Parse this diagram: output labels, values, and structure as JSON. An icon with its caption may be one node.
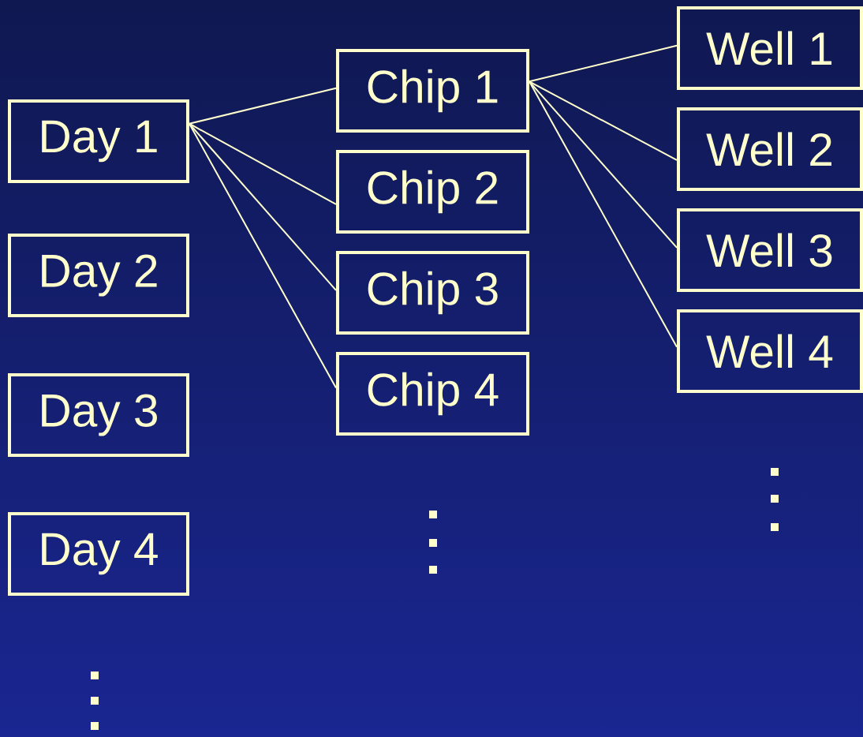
{
  "diagram": {
    "nodes": [
      {
        "text": [
          "Day 1"
        ]
      },
      {
        "text": [
          "Day 2"
        ]
      },
      {
        "text": [
          "Day 3"
        ]
      },
      {
        "text": [
          "Day 4"
        ]
      },
      {
        "text": [
          "Chip 1"
        ]
      },
      {
        "text": [
          "Chip 2"
        ]
      },
      {
        "text": [
          "Chip 3"
        ]
      },
      {
        "text": [
          "Chip 4"
        ]
      },
      {
        "text": [
          "Well 1"
        ]
      },
      {
        "text": [
          "Well 2"
        ]
      },
      {
        "text": [
          "Well 3"
        ]
      },
      {
        "text": [
          "Well 4"
        ]
      }
    ],
    "edges": [
      {
        "from": 0,
        "to": 4,
        "arrow": "none"
      },
      {
        "from": 0,
        "to": 5,
        "arrow": "none"
      },
      {
        "from": 0,
        "to": 6,
        "arrow": "none"
      },
      {
        "from": 0,
        "to": 7,
        "arrow": "none"
      },
      {
        "from": 4,
        "to": 8,
        "arrow": "none"
      },
      {
        "from": 4,
        "to": 9,
        "arrow": "none"
      },
      {
        "from": 4,
        "to": 10,
        "arrow": "none"
      },
      {
        "from": 4,
        "to": 11,
        "arrow": "none"
      }
    ]
  }
}
